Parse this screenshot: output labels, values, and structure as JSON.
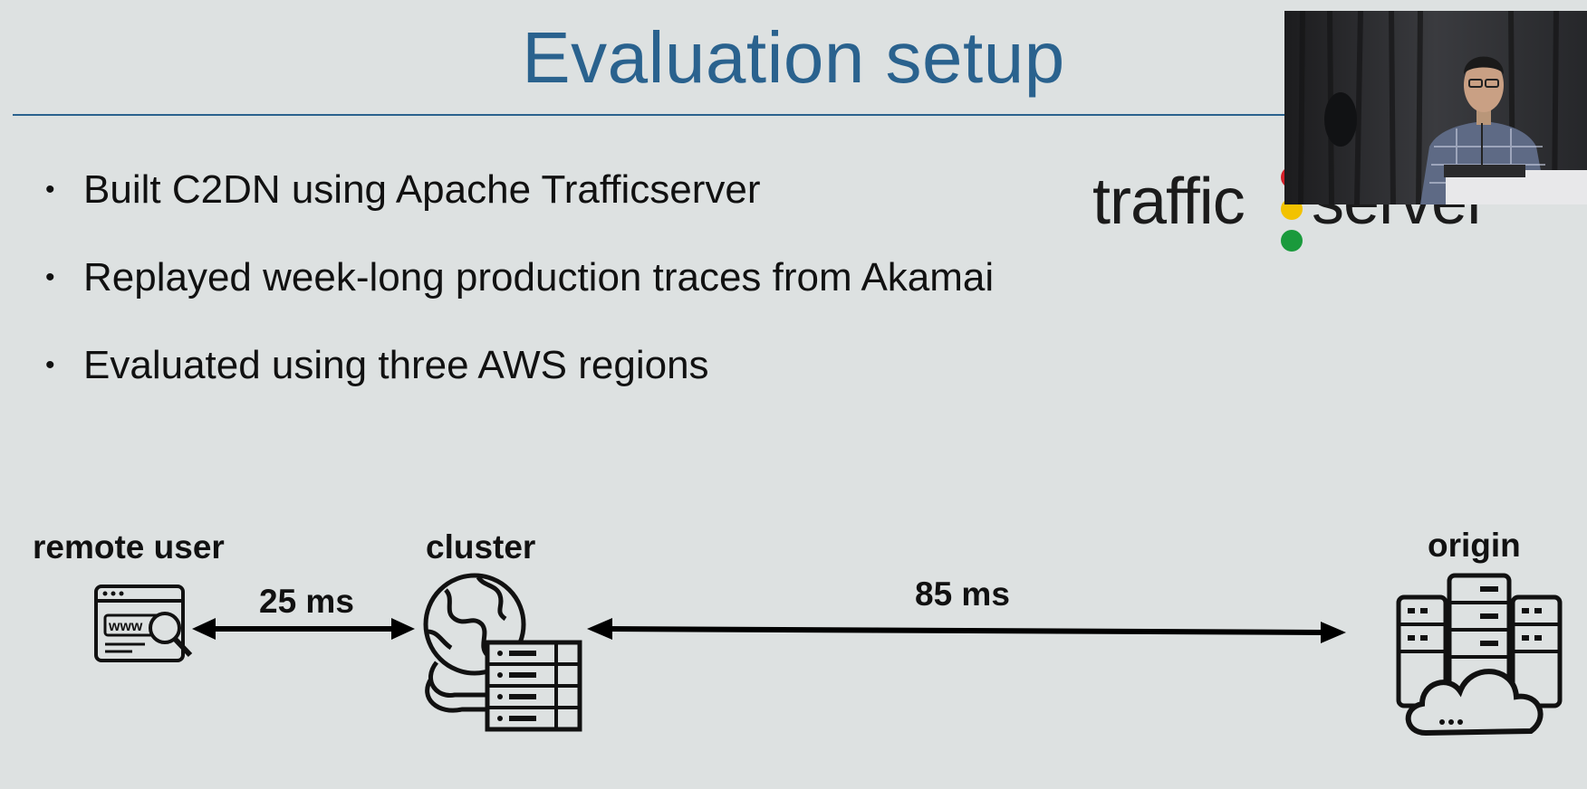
{
  "slide": {
    "title": "Evaluation setup",
    "bullet_marker": "•",
    "bullets": [
      "Built C2DN using Apache Trafficserver",
      "Replayed week-long production traces from Akamai",
      "Evaluated using three AWS regions"
    ],
    "logo": {
      "part1": "traffic",
      "part2": "server",
      "dot_colors": [
        "#d4202a",
        "#f2c200",
        "#1a9a3c"
      ]
    },
    "diagram": {
      "nodes": {
        "remote_user": "remote user",
        "cluster": "cluster",
        "origin": "origin"
      },
      "links": {
        "user_to_cluster": "25 ms",
        "cluster_to_origin": "85 ms"
      },
      "icons": {
        "remote_user": "browser-www-search-icon",
        "cluster": "globe-server-rack-icon",
        "origin": "server-cloud-icon"
      }
    }
  },
  "webcam": {
    "description_icon": "presenter-video-feed"
  },
  "colors": {
    "title": "#2a628e",
    "background": "#dde1e1"
  }
}
